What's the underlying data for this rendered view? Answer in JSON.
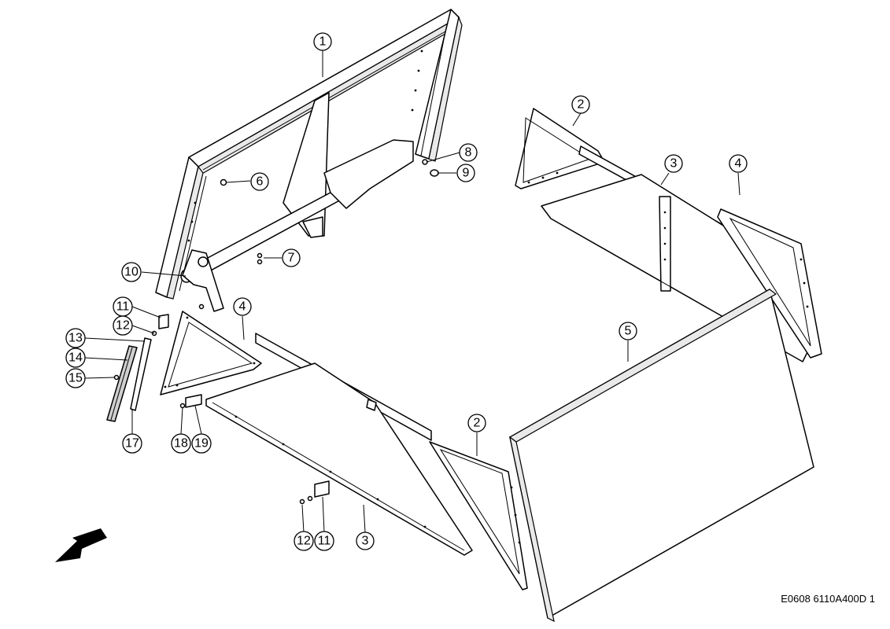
{
  "drawing_reference": "E0608 6110A400D 1",
  "callouts": [
    {
      "id": "c1",
      "label": "1"
    },
    {
      "id": "c2a",
      "label": "2"
    },
    {
      "id": "c2b",
      "label": "2"
    },
    {
      "id": "c3a",
      "label": "3"
    },
    {
      "id": "c3b",
      "label": "3"
    },
    {
      "id": "c4a",
      "label": "4"
    },
    {
      "id": "c4b",
      "label": "4"
    },
    {
      "id": "c5",
      "label": "5"
    },
    {
      "id": "c6",
      "label": "6"
    },
    {
      "id": "c7",
      "label": "7"
    },
    {
      "id": "c8",
      "label": "8"
    },
    {
      "id": "c9",
      "label": "9"
    },
    {
      "id": "c10",
      "label": "10"
    },
    {
      "id": "c11a",
      "label": "11"
    },
    {
      "id": "c11b",
      "label": "11"
    },
    {
      "id": "c12a",
      "label": "12"
    },
    {
      "id": "c12b",
      "label": "12"
    },
    {
      "id": "c13",
      "label": "13"
    },
    {
      "id": "c14",
      "label": "14"
    },
    {
      "id": "c15",
      "label": "15"
    },
    {
      "id": "c17",
      "label": "17"
    },
    {
      "id": "c18",
      "label": "18"
    },
    {
      "id": "c19",
      "label": "19"
    }
  ],
  "direction_arrow": {
    "icon": "direction-arrow-icon"
  }
}
